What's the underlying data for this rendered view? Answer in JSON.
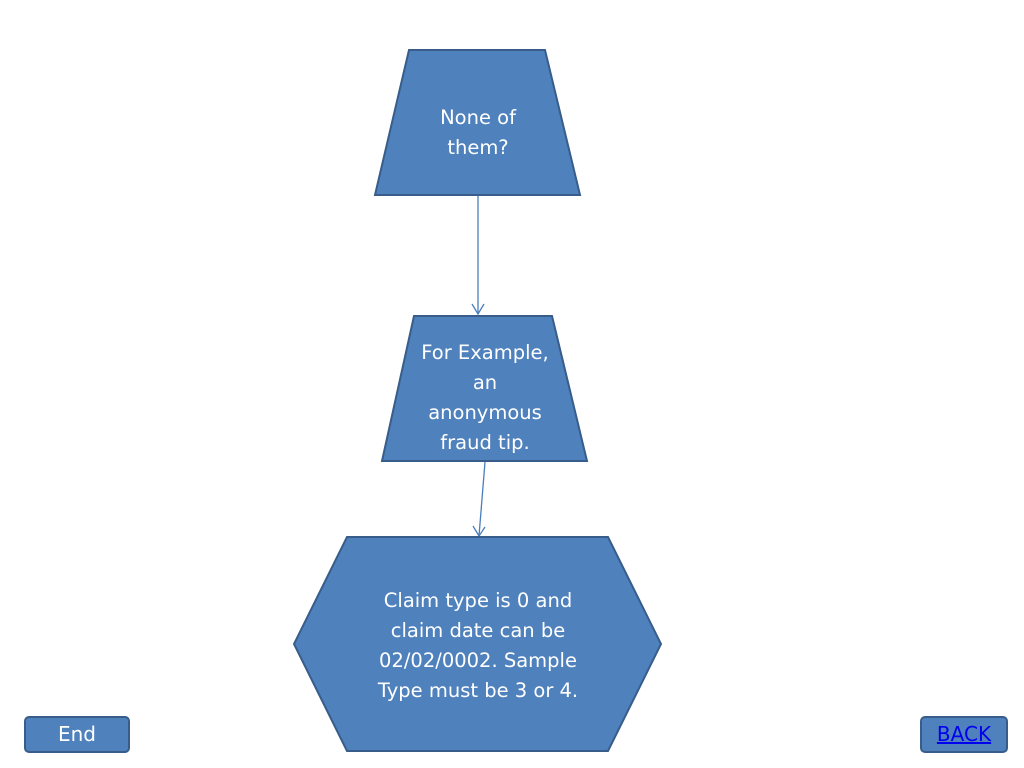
{
  "diagram": {
    "node1": {
      "lines": [
        "None of",
        "them?"
      ]
    },
    "node2": {
      "lines": [
        "For Example,",
        "an",
        "anonymous",
        "fraud tip."
      ]
    },
    "node3": {
      "lines": [
        "Claim type is 0 and",
        "claim date can be",
        "02/02/0002. Sample",
        "Type must be 3 or 4."
      ]
    }
  },
  "nav": {
    "end_label": "End",
    "back_label": "BACK"
  },
  "colors": {
    "shape_fill": "#4f81bd",
    "shape_border": "#385d8a",
    "connector": "#4a7ebb",
    "text": "#ffffff",
    "link": "#0000ee"
  }
}
